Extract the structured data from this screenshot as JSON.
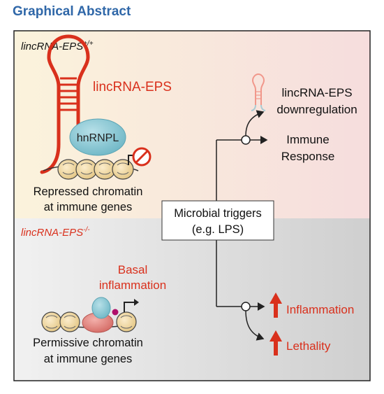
{
  "heading": "Graphical Abstract",
  "panels": {
    "top_label_main": "lincRNA-EPS",
    "top_label_sup": "+/+",
    "bottom_label_main": "lincRNA-EPS",
    "bottom_label_sup": "-/-"
  },
  "labels": {
    "lincrna": "lincRNA-EPS",
    "hnrnpl": "hnRNPL",
    "repressed_line1": "Repressed chromatin",
    "repressed_line2": "at immune genes",
    "basal_line1": "Basal",
    "basal_line2": "inflammation",
    "permissive_line1": "Permissive chromatin",
    "permissive_line2": "at immune genes",
    "triggers_line1": "Microbial triggers",
    "triggers_line2": "(e.g. LPS)",
    "downreg_line1": "lincRNA-EPS",
    "downreg_line2": "downregulation",
    "immune_line1": "Immune",
    "immune_line2": "Response",
    "inflammation": "Inflammation",
    "lethality": "Lethality"
  },
  "colors": {
    "heading_blue": "#2f67a8",
    "red": "#d9301c",
    "teal": "#8ecbd6",
    "nucleosome": "#f3dca5",
    "pink_protein": "#e58a85",
    "magenta_dot": "#b0106a"
  }
}
